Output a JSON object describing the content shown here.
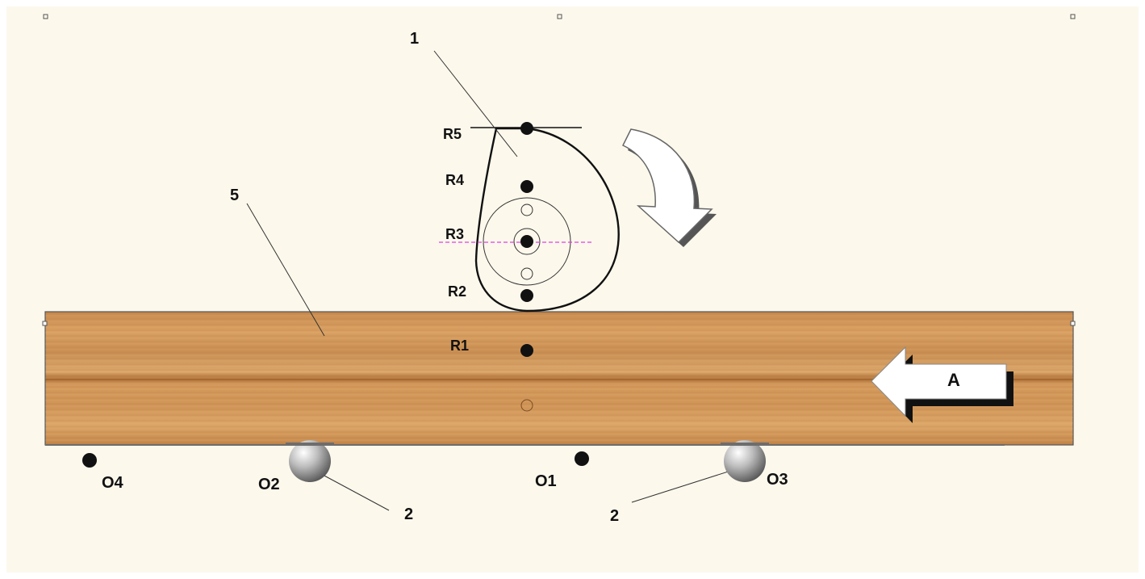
{
  "labels": {
    "cam_part": "1",
    "board_part": "5",
    "roller_part_left": "2",
    "roller_part_right": "2",
    "r5": "R5",
    "r4": "R4",
    "r3": "R3",
    "r2": "R2",
    "r1": "R1",
    "o1": "O1",
    "o2": "O2",
    "o3": "O3",
    "o4": "O4",
    "feed_direction": "A"
  },
  "colors": {
    "background": "#fcf8ec",
    "wood_light": "#d59a5c",
    "wood_dark": "#a86a34",
    "outline": "#111111",
    "centerline": "#e040e0",
    "arrow_fill": "#ffffff",
    "arrow_shadow": "#444444"
  },
  "icons": {
    "rotation": "curved-arrow-clockwise-icon",
    "feed": "left-arrow-icon"
  }
}
